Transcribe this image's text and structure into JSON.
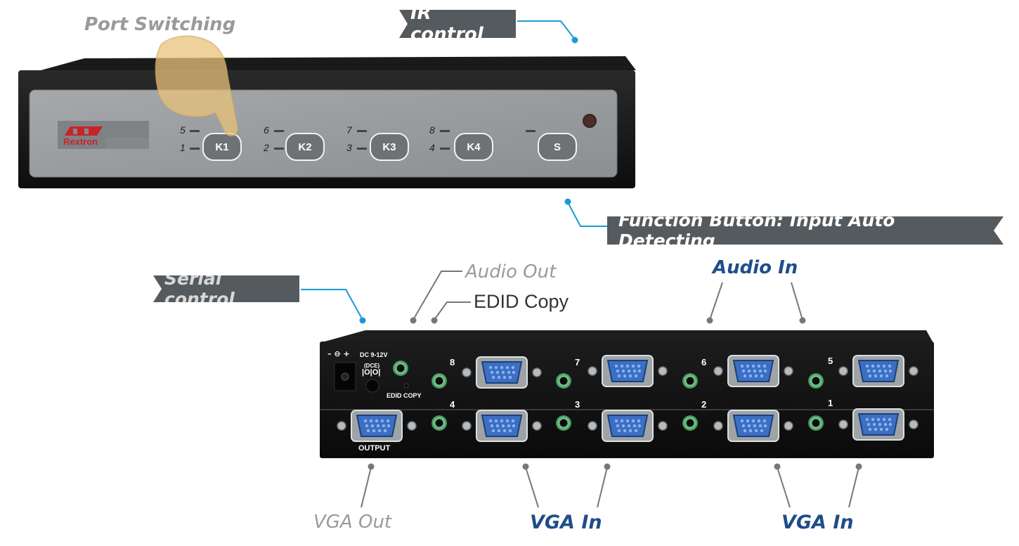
{
  "callouts": {
    "port_switching": "Port Switching",
    "ir_control": "IR control",
    "function_button": "Function Button: Input Auto Detecting",
    "serial_control": "Serial control",
    "audio_out": "Audio Out",
    "edid_copy": "EDID Copy",
    "audio_in": "Audio In",
    "vga_out": "VGA Out",
    "vga_in_left": "VGA In",
    "vga_in_right": "VGA In"
  },
  "front_panel": {
    "brand": "Rextron",
    "buttons": [
      "K1",
      "K2",
      "K3",
      "K4",
      "S"
    ],
    "led_top_numbers": [
      "5",
      "6",
      "7",
      "8"
    ],
    "led_bottom_numbers": [
      "1",
      "2",
      "3",
      "4"
    ]
  },
  "rear_panel": {
    "power_label": "DC 9-12V",
    "power_symbol": "– ⊖ +",
    "serial_label": "(DCE)",
    "serial_icon_text": "|O|O|",
    "edid_label": "EDID COPY",
    "output_label": "OUTPUT",
    "top_port_numbers": [
      "8",
      "7",
      "6",
      "5"
    ],
    "bottom_port_numbers": [
      "4",
      "3",
      "2",
      "1"
    ]
  },
  "colors": {
    "accent_blue": "#1a9ad6",
    "label_gray": "#9a9a9a",
    "label_navy": "#1f4d8a",
    "banner_gray": "#555a5e",
    "device_black": "#151515",
    "panel_gray": "#9a9d9f",
    "vga_blue": "#3a6fc4"
  }
}
